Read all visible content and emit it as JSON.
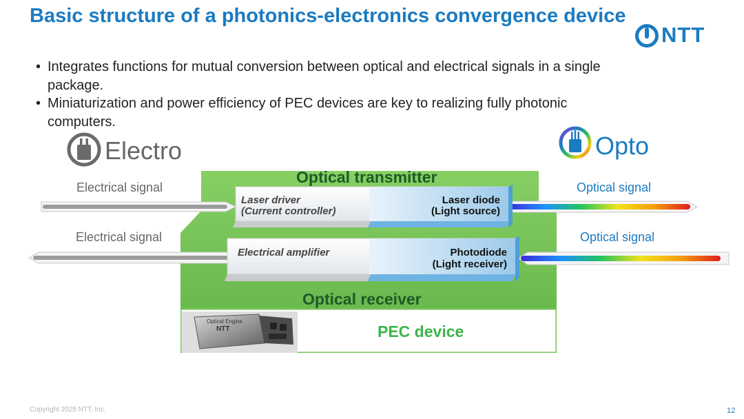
{
  "slide": {
    "title": "Basic structure of a photonics-electronics convergence device",
    "bullets": [
      "Integrates functions for mutual conversion between optical and electrical signals in a single package.",
      "Miniaturization and power efficiency of PEC devices are key to realizing fully photonic computers."
    ],
    "bullet_char": "•",
    "logo_text": "NTT",
    "copyright": "Copyright 2025 NTT, Inc.",
    "page_number": "12"
  },
  "diagram": {
    "electro_label": "Electro",
    "opto_label": "Opto",
    "transmitter_title": "Optical transmitter",
    "receiver_title": "Optical receiver",
    "device_label": "PEC device",
    "photo_caption": "Optical Engine",
    "photo_brand": "NTT",
    "tx": {
      "left_line1": "Laser driver",
      "left_line2": "(Current controller)",
      "right_line1": "Laser diode",
      "right_line2": "(Light source)"
    },
    "rx": {
      "left_line1": "Electrical amplifier",
      "right_line1": "Photodiode",
      "right_line2": "(Light receiver)"
    },
    "signals": {
      "elec_in": "Electrical signal",
      "elec_out": "Electrical signal",
      "opt_out": "Optical signal",
      "opt_in": "Optical signal"
    }
  },
  "colors": {
    "brand": "#1b7bc1",
    "green_block": "#73c256",
    "pec_text": "#3cb54b",
    "title_green": "#1f5a26"
  }
}
